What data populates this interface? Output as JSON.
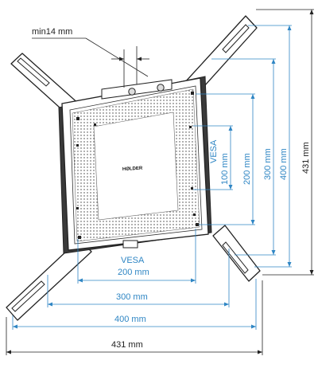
{
  "labels": {
    "min_gap": "min14 mm",
    "vesa_side": "VESA",
    "vesa_bottom": "VESA",
    "d100_v": "100 mm",
    "d200_v": "200 mm",
    "d300_v": "300 mm",
    "d400_v": "400 mm",
    "d431_v": "431 mm",
    "d200_h": "200 mm",
    "d300_h": "300 mm",
    "d400_h": "400 mm",
    "d431_h": "431 mm",
    "brand": "HØLDER"
  },
  "colors": {
    "dimension": "#2f86c4",
    "outline": "#222222",
    "frame_fill": "#ffffff"
  }
}
